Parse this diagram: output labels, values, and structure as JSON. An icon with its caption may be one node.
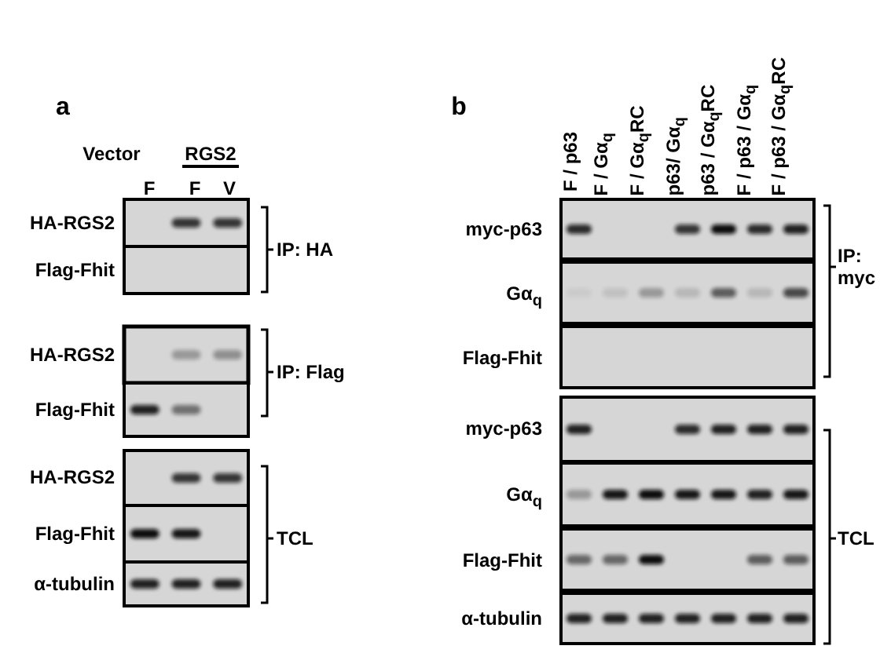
{
  "diagram": {
    "labels": [
      "a",
      "b",
      "Vector",
      "RGS2",
      "F",
      "F",
      "V",
      "F / p63",
      "F / Gα$_{q}$",
      "F / Gα$_{q}$RC",
      "p63/ Gα$_{q}$",
      "p63 / Gα$_{q}$RC",
      "F / p63 / Gα$_{q}$",
      "F / p63 / Gα$_{q}$RC",
      "HA-RGS2",
      "Flag-Fhit",
      "IP: HA",
      "HA-RGS2",
      "Flag-Fhit",
      "IP: Flag",
      "HA-RGS2",
      "Flag-Fhit",
      "TCL",
      "α-tubulin",
      "myc-p63",
      "Gα$_{q}$",
      "Flag-Fhit",
      "IP: myc",
      "myc-p63",
      "Gα$_{q}$",
      "Flag-Fhit",
      "TCL",
      "α-tubulin"
    ]
  }
}
